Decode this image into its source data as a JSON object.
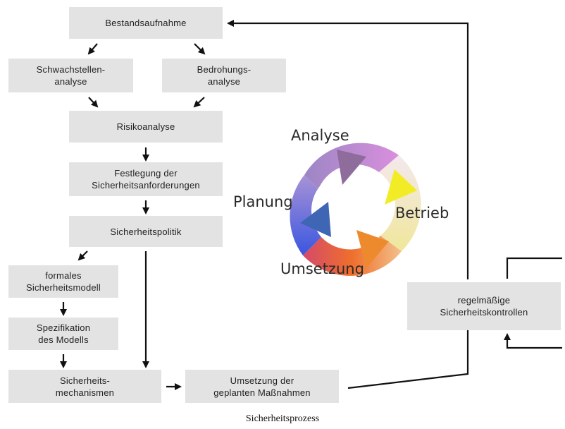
{
  "boxes": {
    "bestandsaufnahme": "Bestandsaufnahme",
    "schwachstellenanalyse": "Schwachstellen-\nanalyse",
    "bedrohungsanalyse": "Bedrohungs-\nanalyse",
    "risikoanalyse": "Risikoanalyse",
    "festlegung": "Festlegung der\nSicherheitsanforderungen",
    "sicherheitspolitik": "Sicherheitspolitik",
    "formales_modell": "formales\nSicherheitsmodell",
    "spezifikation": "Spezifikation\ndes Modells",
    "mechanismen": "Sicherheits-\nmechanismen",
    "umsetzung_massnahmen": "Umsetzung der\ngeplanten Maßnahmen",
    "kontrollen": "regelmäßige\nSicherheitskontrollen"
  },
  "cycle": {
    "labels": {
      "analyse": "Analyse",
      "betrieb": "Betrieb",
      "umsetzung": "Umsetzung",
      "planung": "Planung"
    },
    "colors": {
      "analyse_arrow": "#8e6d9c",
      "betrieb_arrow": "#f2ec27",
      "umsetzung_arrow": "#ee8a2e",
      "planung_arrow": "#3f66b5"
    }
  },
  "caption": "Sicherheitsprozess"
}
